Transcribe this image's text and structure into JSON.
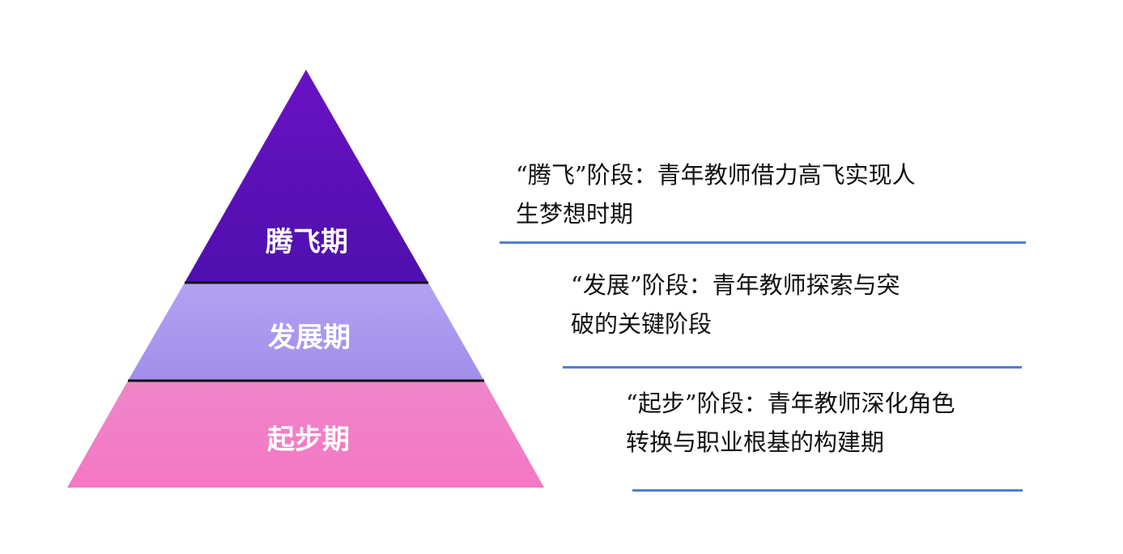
{
  "pyramid": {
    "tiers": [
      {
        "label": "腾飞期",
        "color": "#5a10b8"
      },
      {
        "label": "发展期",
        "color": "#a996ee"
      },
      {
        "label": "起步期",
        "color": "#f27fc6"
      }
    ],
    "divider_color": "#111111"
  },
  "descriptions": [
    {
      "lines": [
        "“腾飞”阶段：青年教师借力高飞实现人",
        "生梦想时期"
      ]
    },
    {
      "lines": [
        "“发展”阶段：青年教师探索与突",
        "破的关键阶段"
      ]
    },
    {
      "lines": [
        "“起步”阶段：青年教师深化角色",
        "转换与职业根基的构建期"
      ]
    }
  ],
  "rule_color": "#4f7fd1"
}
